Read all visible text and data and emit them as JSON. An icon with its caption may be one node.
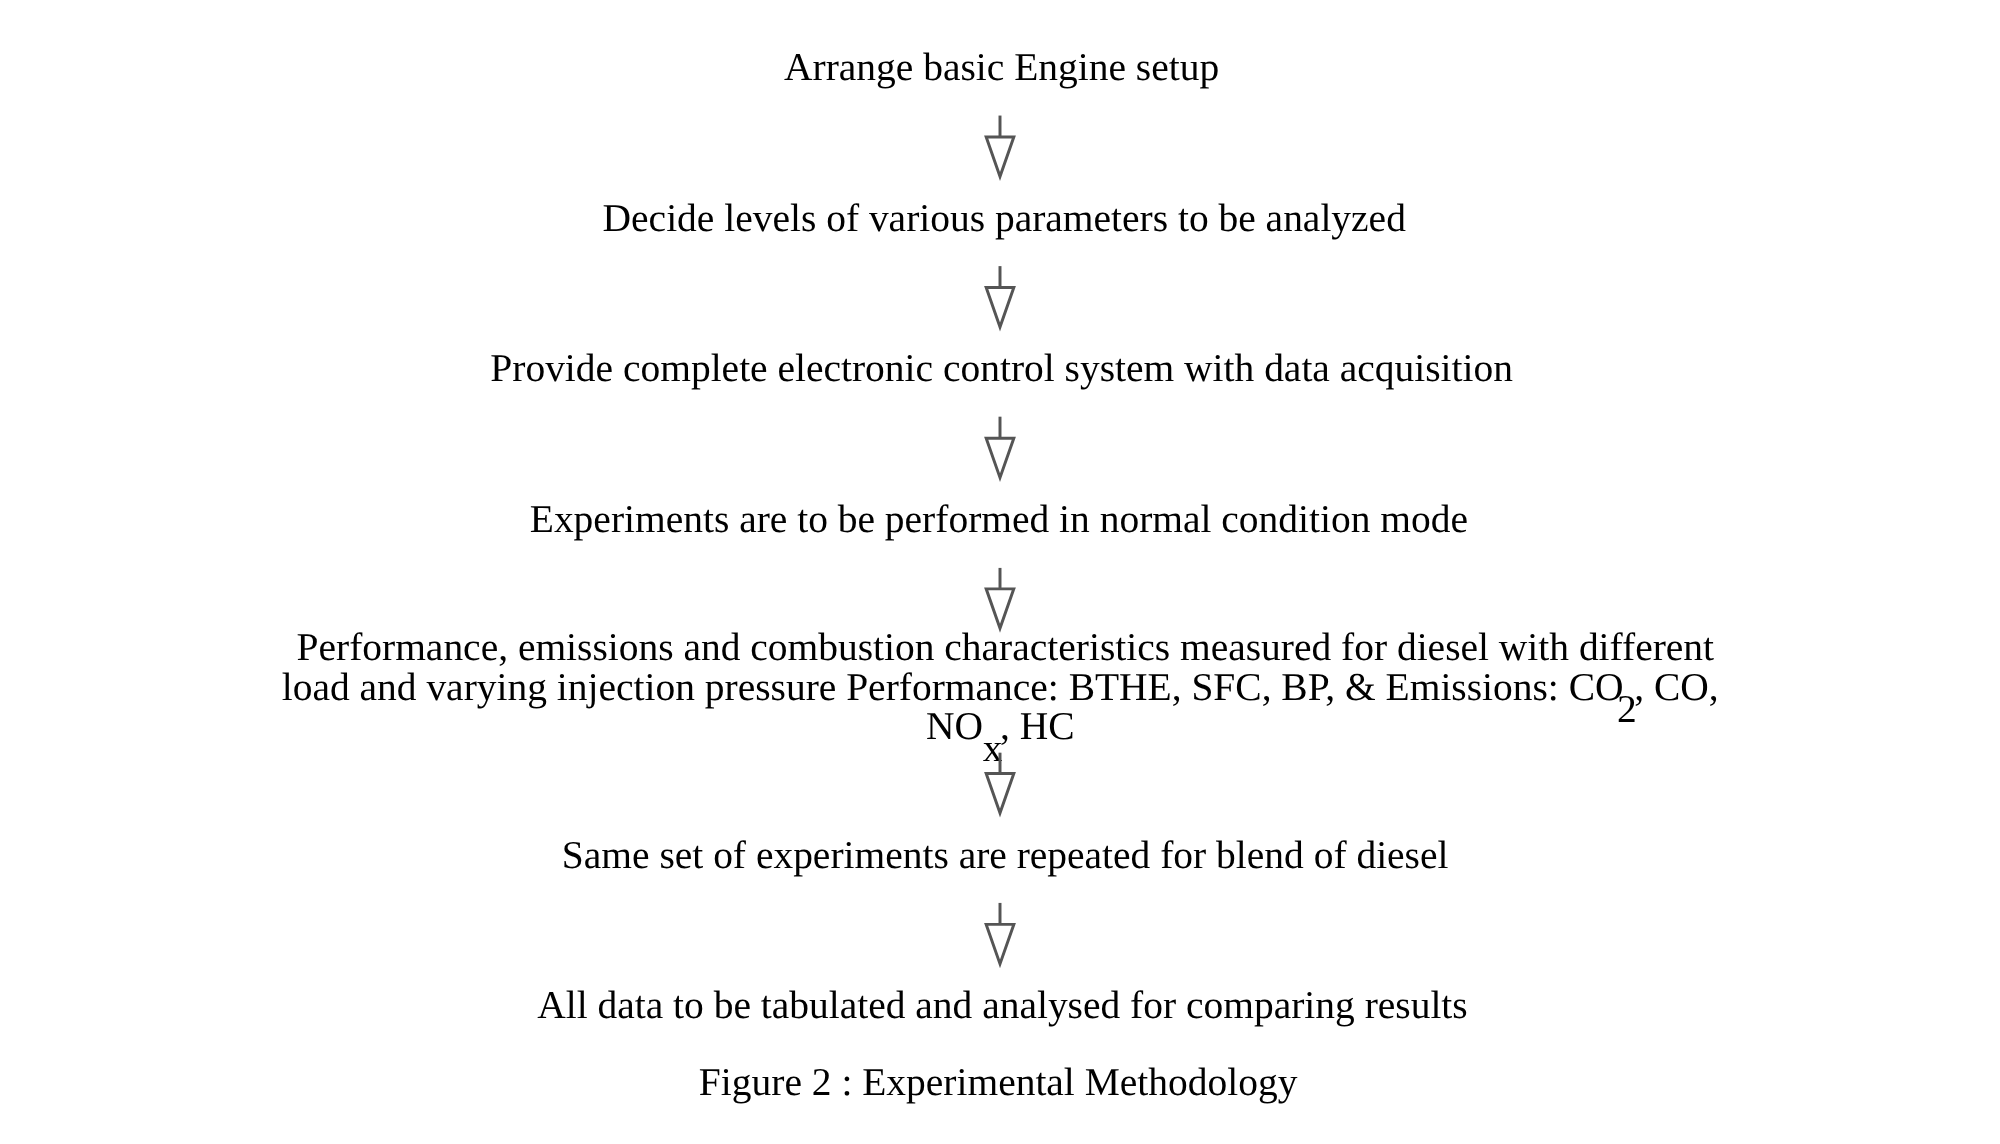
{
  "diagram": {
    "caption": "Figure 2 : Experimental Methodology",
    "nodes": [
      {
        "text": [
          "Arrange basic Engine setup"
        ]
      },
      {
        "text": [
          "Decide levels of various parameters to be analyzed"
        ]
      },
      {
        "text": [
          "Provide complete electronic control system with data acquisition"
        ]
      },
      {
        "text": [
          "Experiments are to be performed in normal condition mode"
        ]
      },
      {
        "text": [
          "Performance, emissions and combustion characteristics measured for diesel with different load and varying injection pressure Performance: BTHE, SFC, BP, & Emissions: CO$_{2}$, CO, NO$_{x}$, HC"
        ]
      },
      {
        "text": [
          "Same set of experiments are repeated for blend of diesel"
        ]
      },
      {
        "text": [
          "All data to be tabulated and analysed for comparing results"
        ]
      }
    ],
    "edges": [
      {
        "from": 0,
        "to": 1,
        "arrow": "to"
      },
      {
        "from": 1,
        "to": 2,
        "arrow": "to"
      },
      {
        "from": 2,
        "to": 3,
        "arrow": "to"
      },
      {
        "from": 3,
        "to": 4,
        "arrow": "to"
      },
      {
        "from": 4,
        "to": 5,
        "arrow": "to"
      },
      {
        "from": 5,
        "to": 6,
        "arrow": "to"
      }
    ]
  }
}
